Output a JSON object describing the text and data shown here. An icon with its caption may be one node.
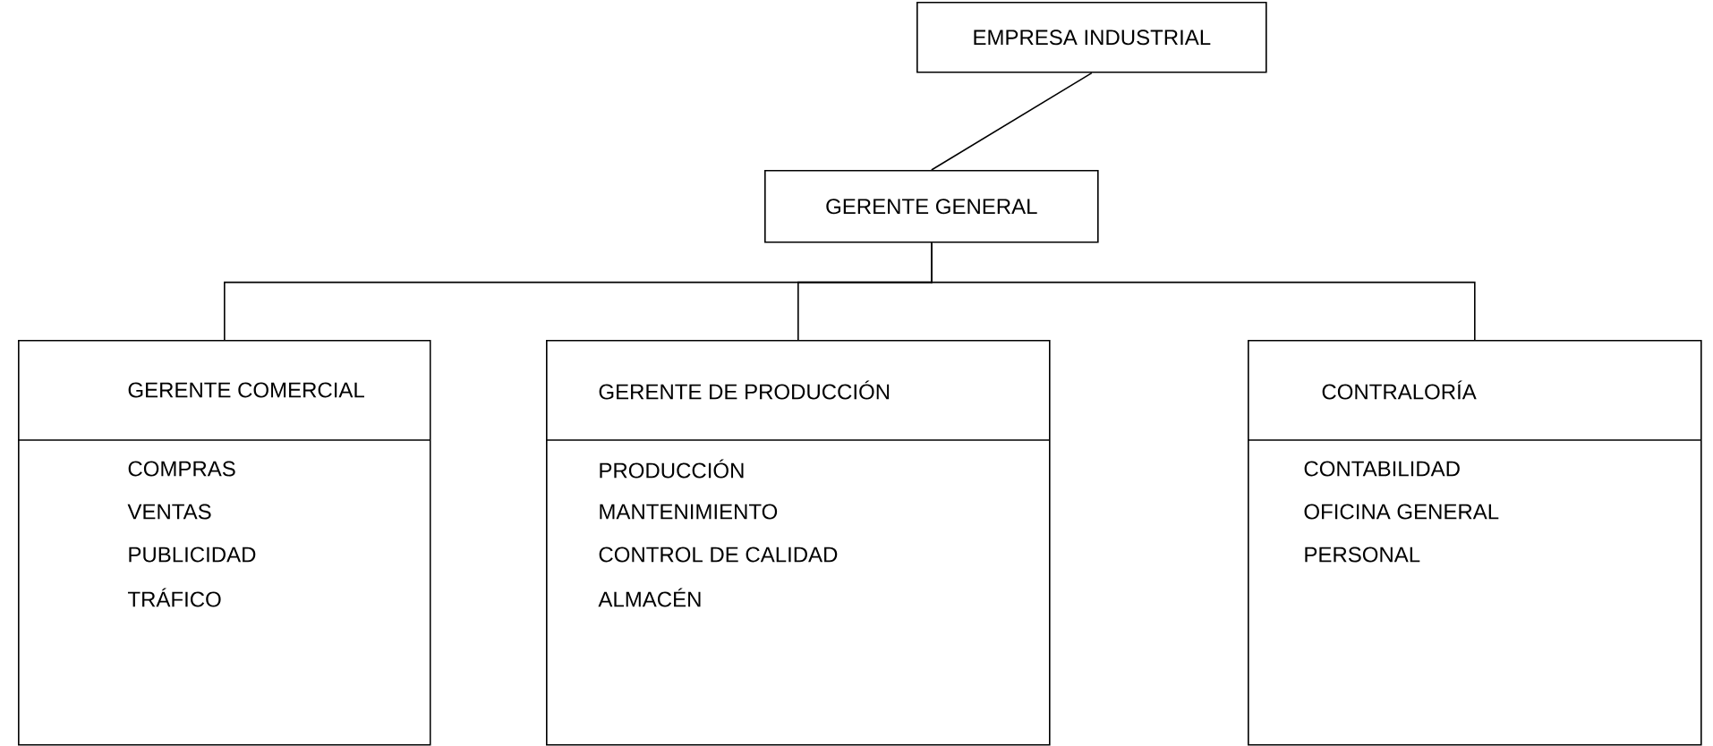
{
  "diagram": {
    "nodes": [
      {
        "text": [
          "EMPRESA INDUSTRIAL"
        ]
      },
      {
        "text": [
          "GERENTE GENERAL"
        ]
      },
      {
        "text": [
          "GERENTE COMERCIAL",
          "COMPRAS",
          "VENTAS",
          "PUBLICIDAD",
          "TRÁFICO"
        ]
      },
      {
        "text": [
          "GERENTE DE PRODUCCIÓN",
          "PRODUCCIÓN",
          "MANTENIMIENTO",
          "CONTROL DE CALIDAD",
          "ALMACÉN"
        ]
      },
      {
        "text": [
          "CONTRALORÍA",
          "CONTABILIDAD",
          "OFICINA GENERAL",
          "PERSONAL"
        ]
      }
    ],
    "edges": [
      {
        "from": 0,
        "to": 1,
        "arrow": "none"
      },
      {
        "from": 1,
        "to": 2,
        "arrow": "none"
      },
      {
        "from": 1,
        "to": 3,
        "arrow": "none"
      },
      {
        "from": 1,
        "to": 4,
        "arrow": "none"
      }
    ]
  }
}
